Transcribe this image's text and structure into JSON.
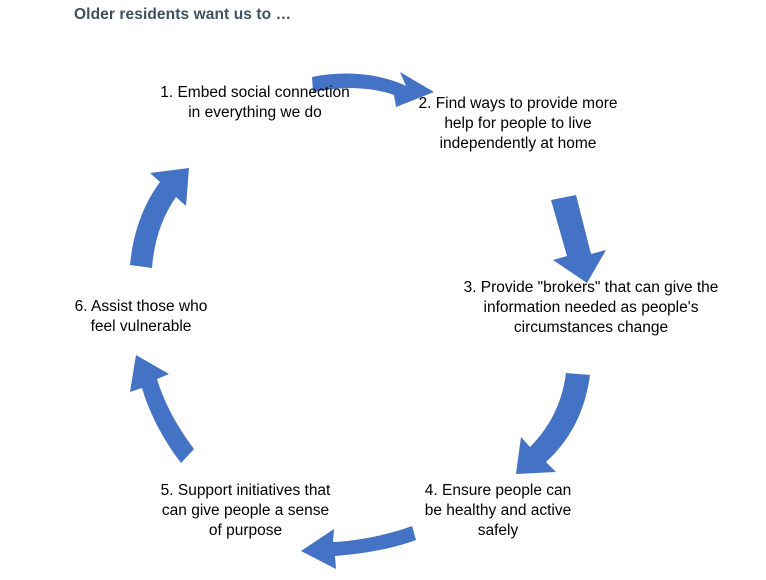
{
  "title": "Older residents want us to …",
  "colors": {
    "title": "#3E5062",
    "arrow": "#4472C4",
    "text": "#000000",
    "background": "#FFFFFF"
  },
  "diagram": {
    "type": "cycle",
    "direction": "clockwise",
    "step_count": 6,
    "steps": [
      {
        "number": "1.",
        "text": "1. Embed social connection in everything we do"
      },
      {
        "number": "2.",
        "text": "2. Find ways to provide more help for people to live independently at home"
      },
      {
        "number": "3.",
        "text": "3. Provide \"brokers\" that can give the information needed as people's circumstances change"
      },
      {
        "number": "4.",
        "text": "4. Ensure people can be healthy and active safely"
      },
      {
        "number": "5.",
        "text": "5. Support initiatives that can give people a sense of purpose"
      },
      {
        "number": "6.",
        "text": "6.  Assist those who feel vulnerable"
      }
    ],
    "arrows": [
      {
        "name": "arrow-1-to-2",
        "from": 1,
        "to": 2,
        "direction": "right"
      },
      {
        "name": "arrow-2-to-3",
        "from": 2,
        "to": 3,
        "direction": "down-right"
      },
      {
        "name": "arrow-3-to-4",
        "from": 3,
        "to": 4,
        "direction": "down-left"
      },
      {
        "name": "arrow-4-to-5",
        "from": 4,
        "to": 5,
        "direction": "left"
      },
      {
        "name": "arrow-5-to-6",
        "from": 5,
        "to": 6,
        "direction": "up-left"
      },
      {
        "name": "arrow-6-to-1",
        "from": 6,
        "to": 1,
        "direction": "up-right"
      }
    ]
  }
}
